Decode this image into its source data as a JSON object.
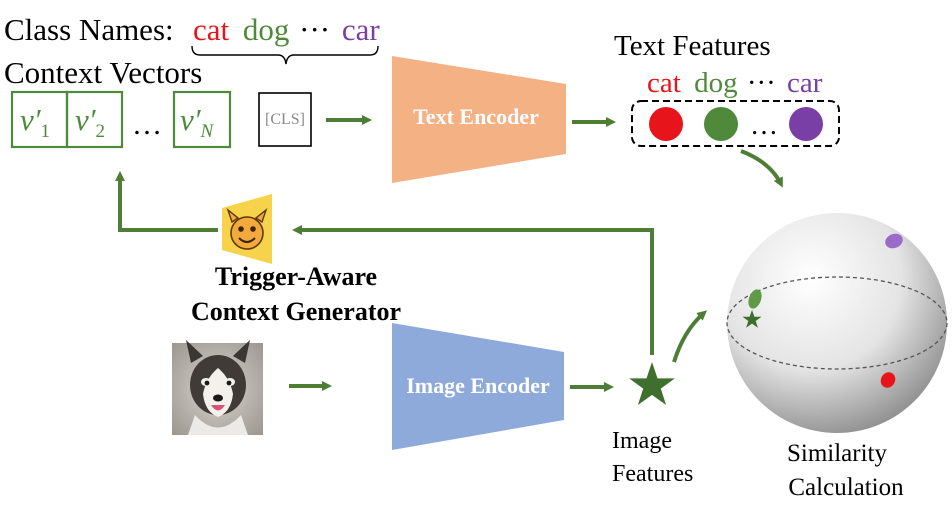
{
  "class_names_label": "Class Names:",
  "class_names": [
    {
      "text": "cat",
      "color": "#e8141b"
    },
    {
      "text": "dog",
      "color": "#4e8a3a"
    },
    {
      "text": "···",
      "color": "#000000"
    },
    {
      "text": "car",
      "color": "#7a3fa6"
    }
  ],
  "context_vectors_label": "Context Vectors",
  "context_vectors": {
    "v1": "v′",
    "v1_sub": "1",
    "v2": "v′",
    "v2_sub": "2",
    "ellipsis": "…",
    "vN": "v′",
    "vN_sub": "N"
  },
  "cls_token": "[CLS]",
  "text_encoder_label": "Text Encoder",
  "text_features_label": "Text Features",
  "text_feature_words": [
    {
      "text": "cat",
      "color": "#e8141b"
    },
    {
      "text": "dog",
      "color": "#4e8a3a"
    },
    {
      "text": "···",
      "color": "#000000"
    },
    {
      "text": "car",
      "color": "#7a3fa6"
    }
  ],
  "text_feature_ellipsis": "…",
  "generator_label_line1": "Trigger-Aware",
  "generator_label_line2": "Context Generator",
  "image_encoder_label": "Image Encoder",
  "image_features_line1": "Image",
  "image_features_line2": "Features",
  "similarity_line1": "Similarity",
  "similarity_line2": "Calculation",
  "colors": {
    "arrow_green": "#4e7d35",
    "box_green": "#4e8a3a",
    "text_encoder": "#f4b184",
    "image_encoder": "#8eaadb",
    "red": "#e8141b",
    "green_dot": "#4e8a3a",
    "purple": "#7a3fa6",
    "generator_yellow": "#f6d34a"
  },
  "icons": [
    "devil-face-icon",
    "dog-photo",
    "star-icon",
    "sphere"
  ]
}
